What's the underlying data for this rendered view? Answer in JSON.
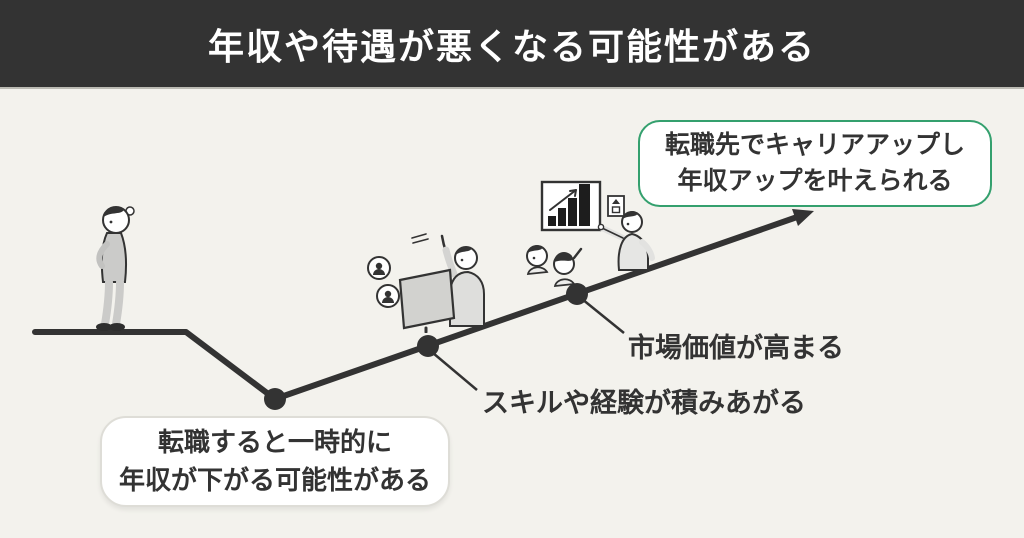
{
  "header": {
    "title": "年収や待遇が悪くなる可能性がある"
  },
  "colors": {
    "header_bg": "#333333",
    "header_text": "#ffffff",
    "canvas_bg": "#f3f2ed",
    "line_color": "#333333",
    "accent_green": "#34a06e",
    "callout_bg": "#ffffff",
    "callout_border_gray": "#deddd7",
    "text_color": "#333333"
  },
  "diagram": {
    "goal_callout": {
      "line1": "転職先でキャリアアップし",
      "line2": "年収アップを叶えられる"
    },
    "dip_callout": {
      "line1": "転職すると一時的に",
      "line2": "年収が下がる可能性がある"
    },
    "labels": {
      "skills": "スキルや経験が積みあがる",
      "market_value": "市場価値が高まる"
    }
  }
}
